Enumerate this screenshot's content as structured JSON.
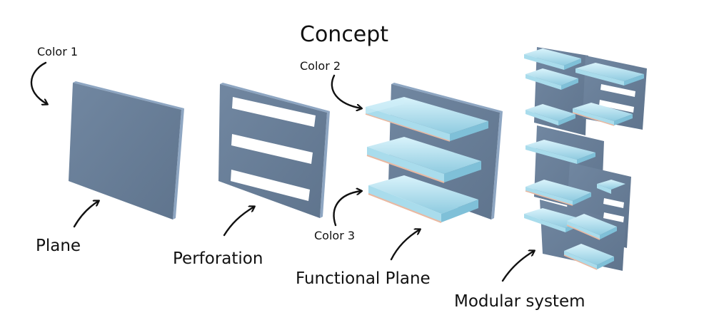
{
  "title": "Concept",
  "labels": {
    "color1": "Color 1",
    "color2": "Color 2",
    "color3": "Color 3",
    "plane": "Plane",
    "perforation": "Perforation",
    "functional_plane": "Functional Plane",
    "modular_system": "Modular system"
  },
  "colors": {
    "panel_front": "#6a7f98",
    "panel_side": "#8ea6c2",
    "slot": "#ffffff",
    "shelf_light": "#cfeef8",
    "shelf_mid": "#a9dcec",
    "shelf_dark": "#7fc0d8",
    "shelf_edge": "#e9b9a2",
    "ink": "#111111"
  }
}
